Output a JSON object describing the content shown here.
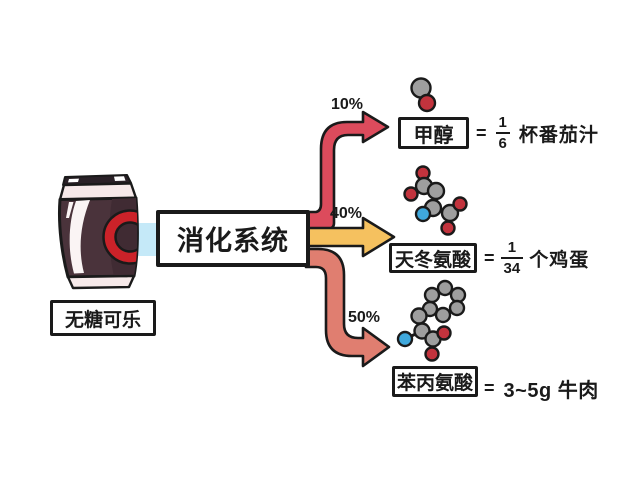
{
  "source_label": "无糖可乐",
  "system_label": "消化系统",
  "branches": [
    {
      "percent": "10%",
      "product": "甲醇",
      "equals_sign": "=",
      "fraction": {
        "numerator": "1",
        "denominator": "6"
      },
      "comparison": "杯番茄汁"
    },
    {
      "percent": "40%",
      "product": "天冬氨酸",
      "equals_sign": "=",
      "fraction": {
        "numerator": "1",
        "denominator": "34"
      },
      "comparison": "个鸡蛋"
    },
    {
      "percent": "50%",
      "product": "苯丙氨酸",
      "equals_sign": "=",
      "comparison": "3~5g 牛肉"
    }
  ],
  "colors": {
    "arrow_10_percent": "#dc4b5c",
    "arrow_40_percent": "#f5c15f",
    "arrow_50_percent": "#e07e70",
    "atom_carbon": "#9e9e9e",
    "atom_oxygen": "#c2333d",
    "atom_nitrogen": "#3fa8dc",
    "can_body": "#4a333b",
    "can_logo_red": "#cb2229",
    "can_rim": "#f6e9e9",
    "connector_blue": "#c5e9f8",
    "outline_black": "#1a1a1a"
  }
}
